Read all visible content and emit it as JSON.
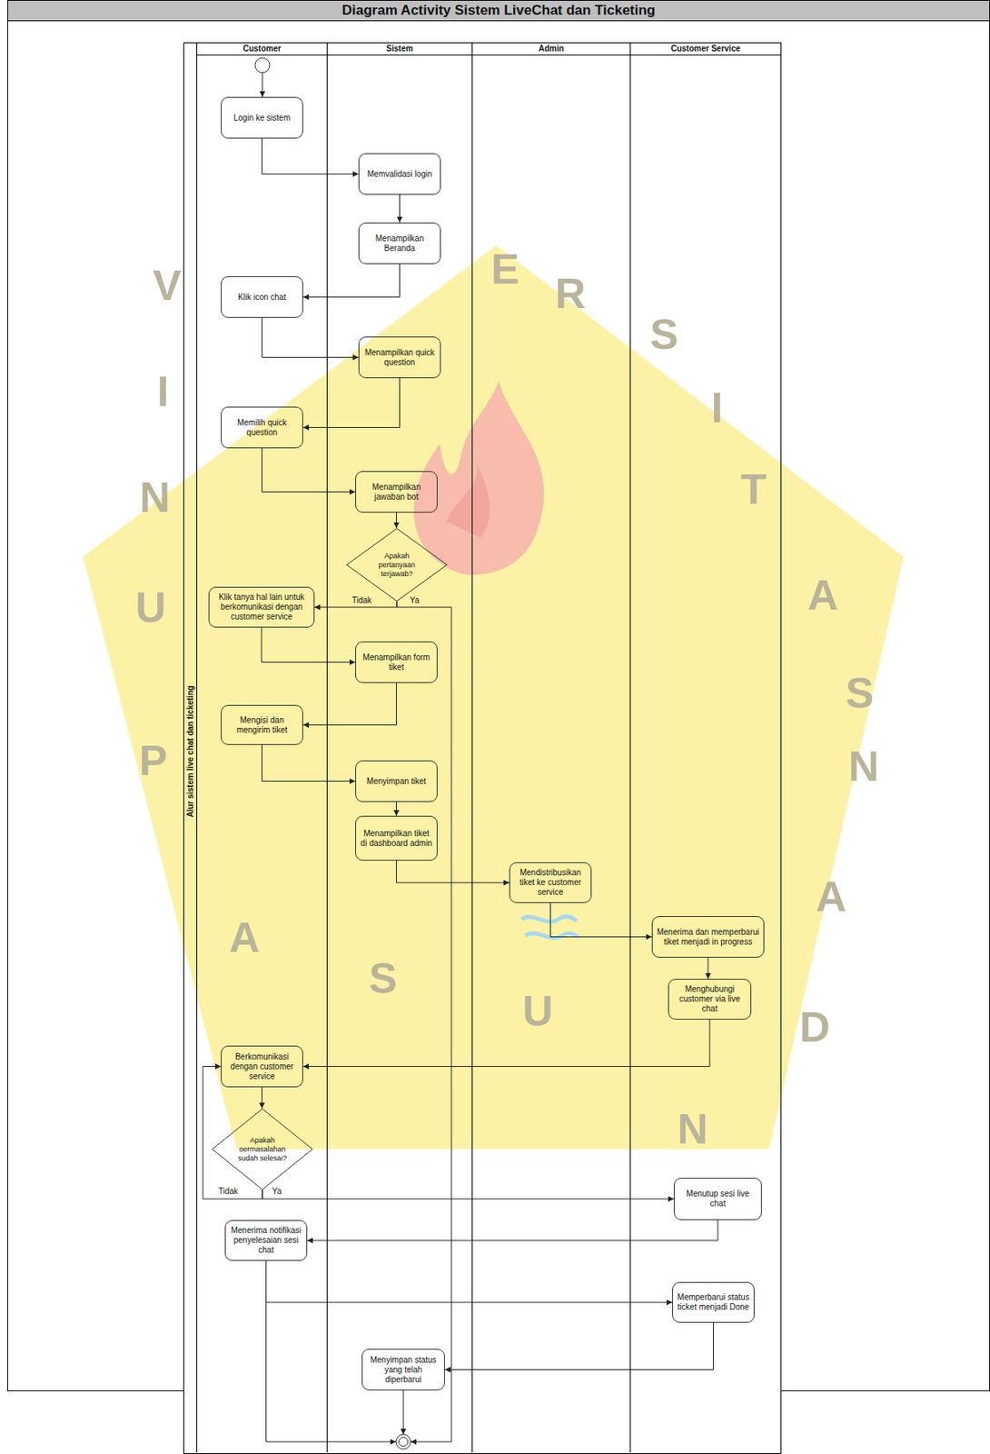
{
  "diagram": {
    "title": "Diagram Activity Sistem LiveChat dan Ticketing",
    "nodes": [
      {
        "text": [
          "Alur sistem live chat dan ticketing"
        ]
      },
      {
        "text": [
          "Customer"
        ],
        "in": 0
      },
      {
        "text": [
          "Sistem"
        ],
        "in": 0
      },
      {
        "text": [
          "Admin"
        ],
        "in": 0
      },
      {
        "text": [
          "Customer Service"
        ],
        "in": 0
      },
      {
        "text": [
          "Login ke sistem"
        ],
        "in": 1
      },
      {
        "text": [
          "Memvalidasi login"
        ],
        "in": 2
      },
      {
        "text": [
          "Menampilkan Beranda"
        ],
        "in": 2
      },
      {
        "text": [
          "Klik icon chat"
        ],
        "in": 1
      },
      {
        "text": [
          "Menampilkan quick question"
        ],
        "in": 2
      },
      {
        "text": [
          "Memilih quick question"
        ],
        "in": 1
      },
      {
        "text": [
          "Menampilkan jawaban bot"
        ],
        "in": 2
      },
      {
        "text": [
          "Apakah pertanyaan terjawab?"
        ],
        "in": 2
      },
      {
        "text": [
          "Klik tanya hal lain untuk berkomunikasi dengan customer service"
        ],
        "in": 1
      },
      {
        "text": [
          "Menampilkan form tiket"
        ],
        "in": 2
      },
      {
        "text": [
          "Mengisi dan mengirim tiket"
        ],
        "in": 1
      },
      {
        "text": [
          "Menyimpan tiket"
        ],
        "in": 2
      },
      {
        "text": [
          "Menampilkan tiket di dashboard admin"
        ],
        "in": 2
      },
      {
        "text": [
          "Mendistribusikan tiket ke customer service"
        ],
        "in": 3
      },
      {
        "text": [
          "Menerima dan memperbarui tiket menjadi in progress"
        ],
        "in": 4
      },
      {
        "text": [
          "Menghubungi customer via live chat"
        ],
        "in": 4
      },
      {
        "text": [
          "Berkomunikasi dengan customer service"
        ],
        "in": 1
      },
      {
        "text": [
          "Apakah oermasalahan sudah selesai?"
        ],
        "in": 1
      },
      {
        "text": [
          "Menutup sesi live chat"
        ],
        "in": 4
      },
      {
        "text": [
          "Menerima notifikasi penyelesaian sesi chat"
        ],
        "in": 1
      },
      {
        "text": [
          "Memperbarui status ticket menjadi Done"
        ],
        "in": 4
      },
      {
        "text": [
          "Menyimpan status yang telah diperbarui"
        ],
        "in": 2
      }
    ],
    "edges": [
      {
        "from": 5,
        "to": 6,
        "arrow": "to"
      },
      {
        "from": 6,
        "to": 7,
        "arrow": "to"
      },
      {
        "from": 7,
        "to": 8,
        "arrow": "to"
      },
      {
        "from": 8,
        "to": 9,
        "arrow": "to"
      },
      {
        "from": 9,
        "to": 10,
        "arrow": "to"
      },
      {
        "from": 10,
        "to": 11,
        "arrow": "to"
      },
      {
        "from": 11,
        "to": 12,
        "arrow": "to"
      },
      {
        "from": 12,
        "to": 13,
        "label": "Tidak",
        "arrow": "to"
      },
      {
        "from": 13,
        "to": 14,
        "arrow": "to"
      },
      {
        "from": 14,
        "to": 15,
        "arrow": "to"
      },
      {
        "from": 15,
        "to": 16,
        "arrow": "to"
      },
      {
        "from": 16,
        "to": 17,
        "arrow": "to"
      },
      {
        "from": 17,
        "to": 18,
        "arrow": "to"
      },
      {
        "from": 18,
        "to": 19,
        "arrow": "to"
      },
      {
        "from": 19,
        "to": 20,
        "arrow": "to"
      },
      {
        "from": 20,
        "to": 21,
        "arrow": "to"
      },
      {
        "from": 21,
        "to": 22,
        "arrow": "to"
      },
      {
        "from": 22,
        "to": 21,
        "label": "Tidak",
        "arrow": "to"
      },
      {
        "from": 22,
        "to": 23,
        "label": "Ya",
        "arrow": "to"
      },
      {
        "from": 23,
        "to": 24,
        "arrow": "to"
      },
      {
        "from": 24,
        "to": 25,
        "arrow": "to"
      },
      {
        "from": 25,
        "to": 26,
        "arrow": "to"
      }
    ],
    "labels": [
      "Ya",
      "U",
      "N",
      "I",
      "V",
      "E",
      "R",
      "S",
      "I",
      "T",
      "A",
      "S",
      "P",
      "A",
      "S",
      "U",
      "N",
      "D",
      "A",
      "N"
    ]
  }
}
